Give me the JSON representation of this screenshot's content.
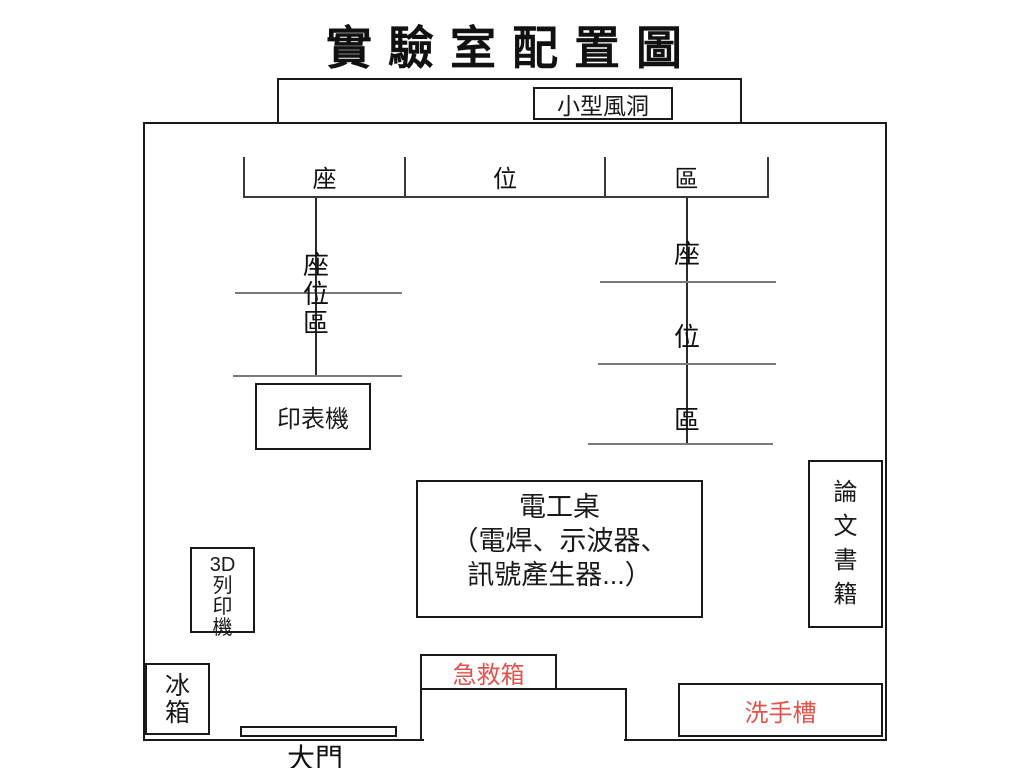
{
  "title": "實驗室配置圖",
  "colors": {
    "wall": "#1a1a1a",
    "thin_line": "#7a7a7a",
    "red_label": "#e0544c"
  },
  "wind_tunnel": {
    "label": "小型風洞"
  },
  "seat_strip": {
    "cells": [
      "座",
      "位",
      "區"
    ]
  },
  "left_seat_area": {
    "text": "座位區",
    "chars": [
      "座",
      "位",
      "區"
    ]
  },
  "right_seat_area": {
    "chars": [
      "座",
      "位",
      "區"
    ]
  },
  "printer": {
    "label": "印表機"
  },
  "electrical_desk": {
    "lines": [
      "電工桌",
      "（電焊、示波器、",
      "訊號產生器...）"
    ]
  },
  "bookshelf": {
    "chars": [
      "論",
      "文",
      "書",
      "籍"
    ]
  },
  "printer_3d": {
    "lines": [
      "3D",
      "列",
      "印",
      "機"
    ]
  },
  "fridge": {
    "chars": [
      "冰",
      "箱"
    ]
  },
  "first_aid": {
    "label": "急救箱"
  },
  "sink": {
    "label": "洗手槽"
  },
  "main_door": {
    "label": "大門"
  }
}
